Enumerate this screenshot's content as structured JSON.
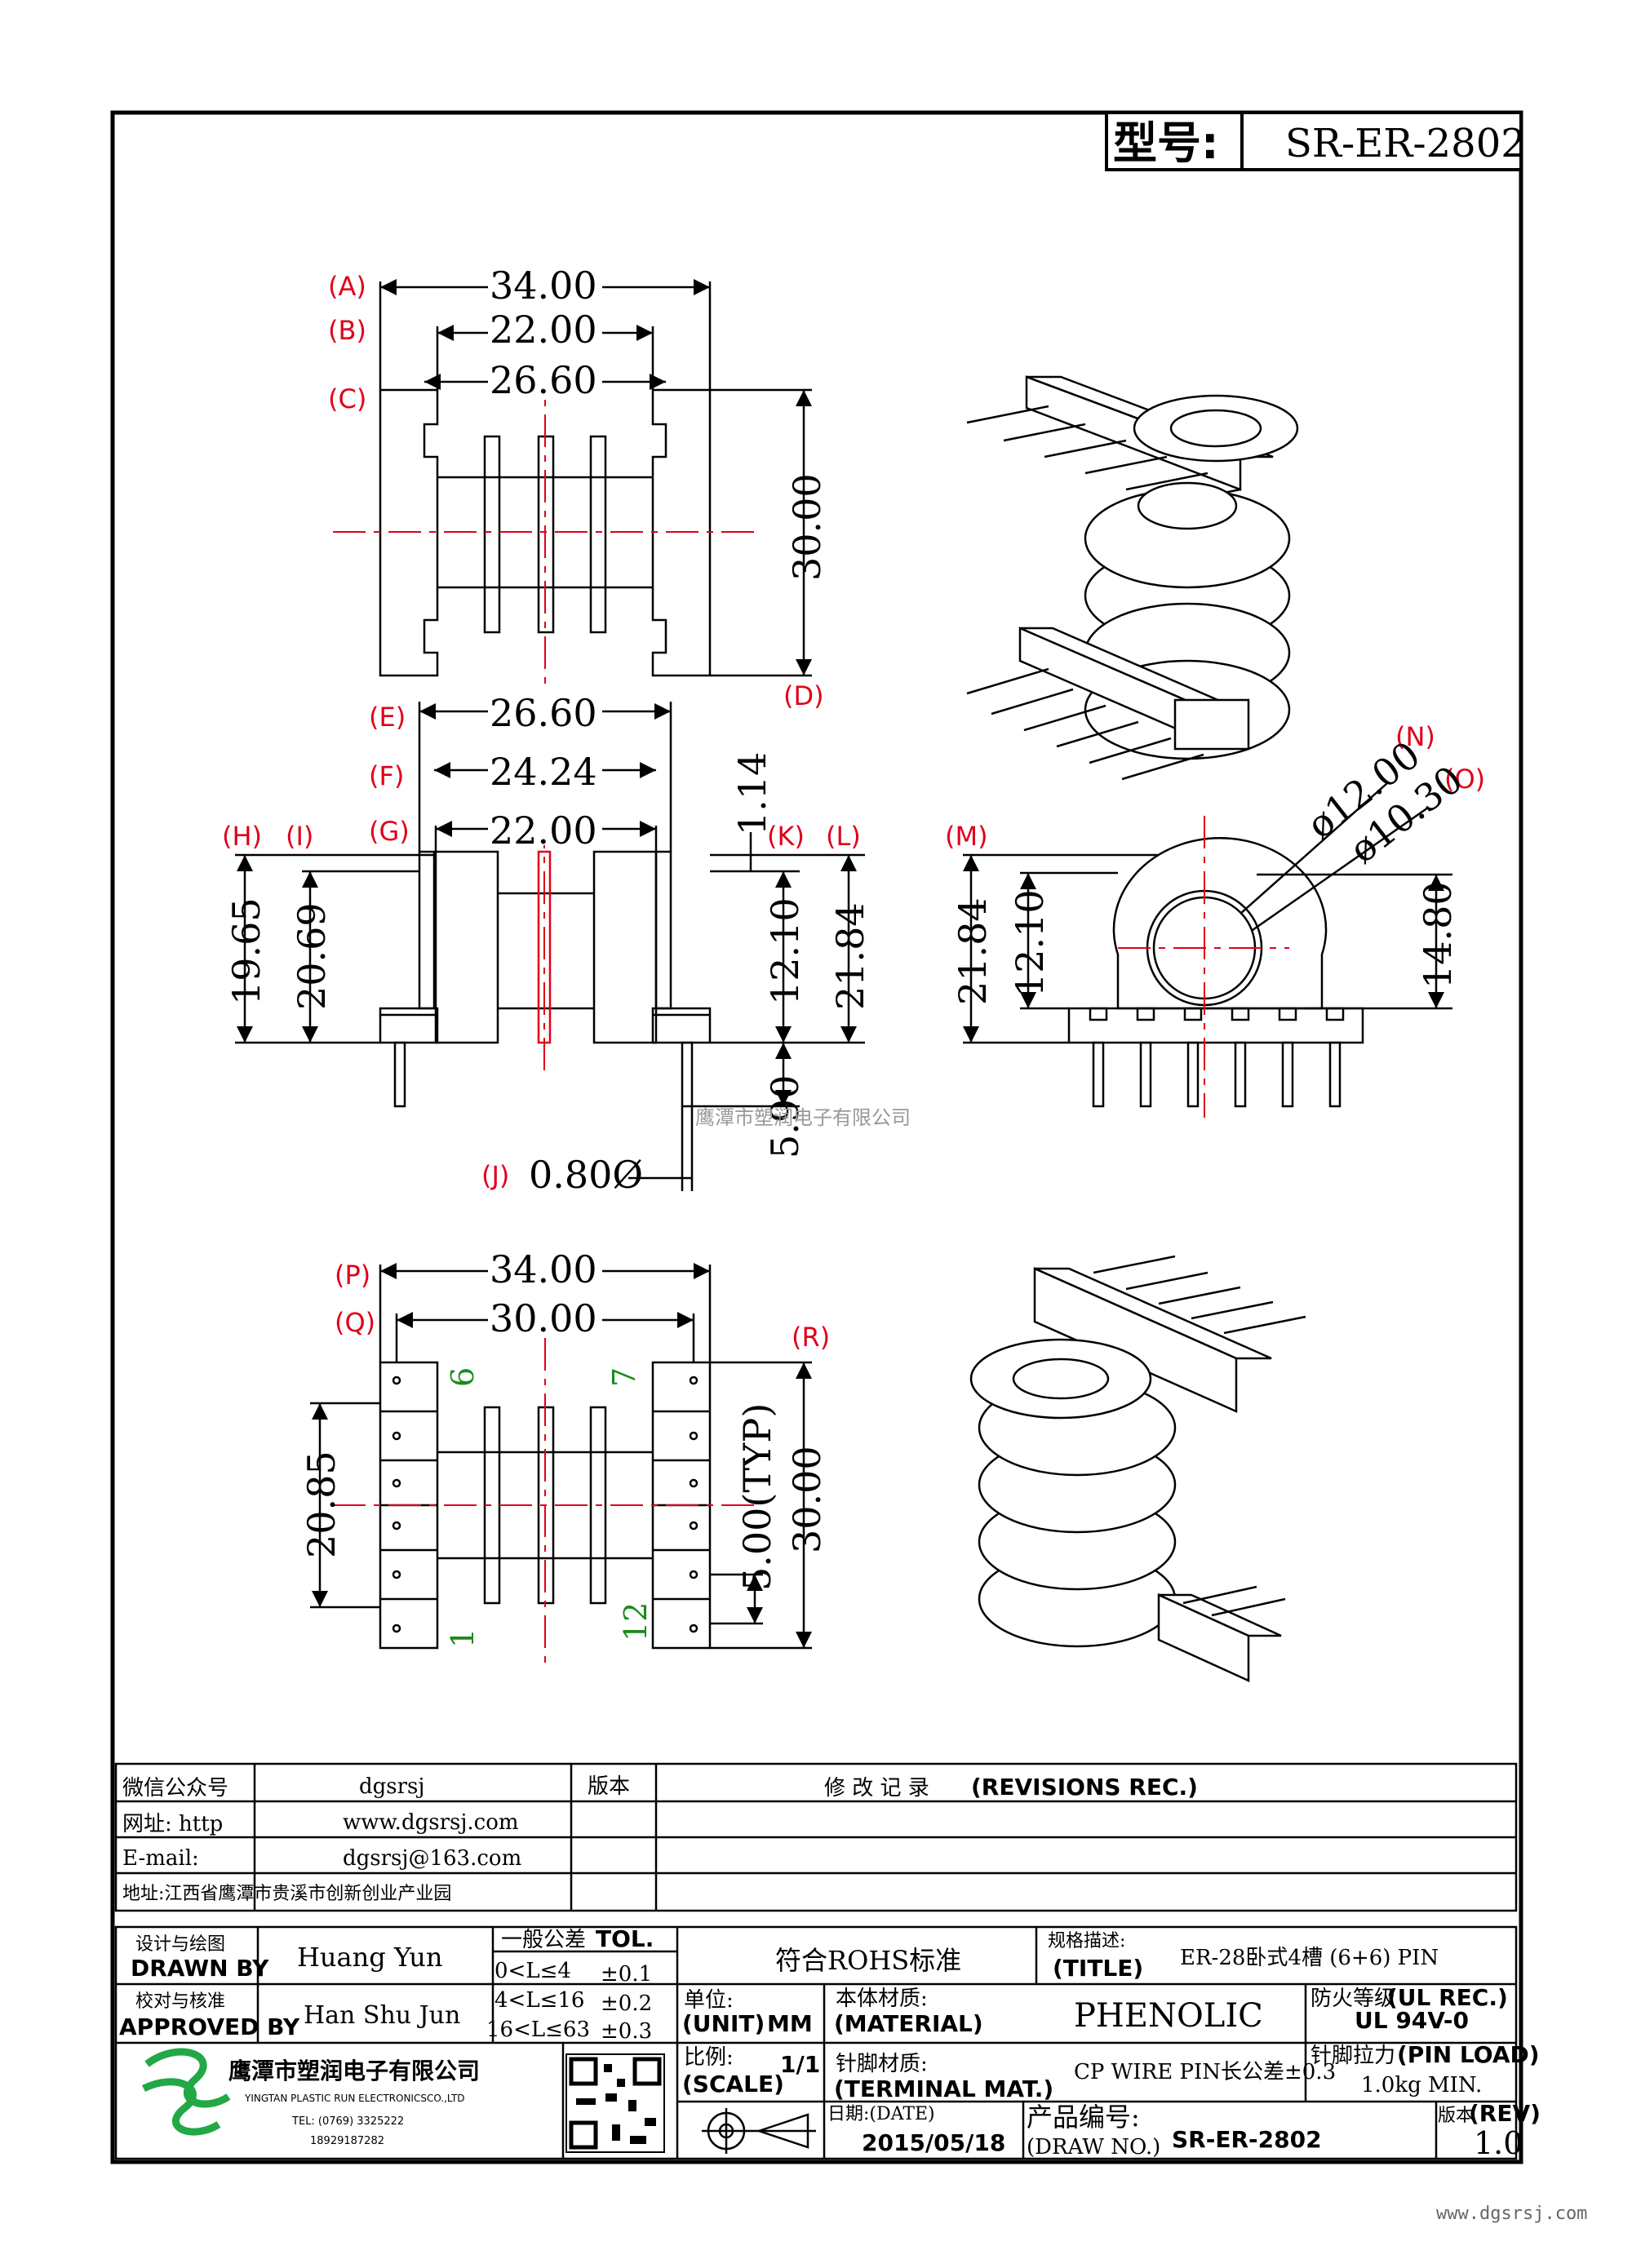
{
  "header": {
    "model_label": "型号:",
    "model_number": "SR-ER-2802"
  },
  "top_view": {
    "tags": {
      "a": "(A)",
      "b": "(B)",
      "c": "(C)",
      "d": "(D)"
    },
    "dims": {
      "a": "34.00",
      "b": "22.00",
      "c": "26.60",
      "d": "30.00"
    }
  },
  "side_view": {
    "tags": {
      "e": "(E)",
      "f": "(F)",
      "g": "(G)",
      "h": "(H)",
      "i": "(I)",
      "j": "(J)",
      "k": "(K)",
      "l": "(L)"
    },
    "dims": {
      "e": "26.60",
      "f": "24.24",
      "g": "22.00",
      "h": "19.65",
      "i": "20.69",
      "j": "0.80Ø",
      "k": "1.14",
      "slot": "12.10",
      "l": "21.84",
      "pin": "5.90"
    }
  },
  "front_view": {
    "tags": {
      "m": "(M)",
      "n": "(N)",
      "o": "(O)"
    },
    "dims": {
      "m": "21.84",
      "slot": "12.10",
      "n": "ø12.00",
      "o": "ø10.30",
      "r": "14.80"
    }
  },
  "bottom_view": {
    "tags": {
      "p": "(P)",
      "q": "(Q)",
      "r": "(R)"
    },
    "dims": {
      "p": "34.00",
      "q": "30.00",
      "r": "30.00",
      "height": "20.85",
      "pitch": "5.00(TYP)"
    },
    "pin_labels": {
      "p6": "6",
      "p7": "7",
      "p1": "1",
      "p12": "12"
    }
  },
  "watermark": "鹰潭市塑润电子有限公司",
  "info_block": {
    "wechat_label": "微信公众号",
    "wechat_value": "dgsrsj",
    "web_label": "网址: http",
    "web_value": "www.dgsrsj.com",
    "email_label": "E-mail:",
    "email_value": "dgsrsj@163.com",
    "address": "地址:江西省鹰潭市贵溪市创新创业产业园",
    "rev_col_label": "版本",
    "revisions_label": "修 改 记 录",
    "revisions_en": "(REVISIONS REC.)"
  },
  "title_block": {
    "designer_label": "设计与绘图",
    "drawn_by_label": "DRAWN BY",
    "designer": "Huang Yun",
    "approver_label": "校对与核准",
    "approved_by_label": "APPROVED BY",
    "approver": "Han Shu Jun",
    "tol_label": "一般公差",
    "tol_label_en": "TOL.",
    "tol_rows": [
      {
        "range": "0<L≤4",
        "value": "±0.1"
      },
      {
        "range": "4<L≤16",
        "value": "±0.2"
      },
      {
        "range": "16<L≤63",
        "value": "±0.3"
      }
    ],
    "rohs": "符合ROHS标准",
    "spec_label": "规格描述:",
    "spec_label_en": "(TITLE)",
    "spec_value": "ER-28卧式4槽 (6+6) PIN",
    "unit_label": "单位:",
    "unit_label_en": "(UNIT)",
    "unit_value": "MM",
    "material_label": "本体材质:",
    "material_label_en": "(MATERIAL)",
    "material_value": "PHENOLIC",
    "fire_label": "防火等级",
    "fire_label_en": "(UL REC.)",
    "fire_value": "UL 94V-0",
    "scale_label": "比例:",
    "scale_label_en": "(SCALE)",
    "scale_value": "1/1",
    "terminal_label": "针脚材质:",
    "terminal_label_en": "(TERMINAL MAT.)",
    "terminal_value": "CP WIRE  PIN长公差±0.3",
    "pin_load_label": "针脚拉力",
    "pin_load_label_en": "(PIN LOAD)",
    "pin_load_value": "1.0kg MIN.",
    "date_label": "日期:(DATE)",
    "date_value": "2015/05/18",
    "drawno_label": "产品编号:",
    "drawno_label_en": "(DRAW NO.)",
    "drawno_value": "SR-ER-2802",
    "rev_label": "版本",
    "rev_label_en": "(REV)",
    "rev_value": "1.0",
    "company_cn": "鹰潭市塑润电子有限公司",
    "company_en": "YINGTAN PLASTIC RUN ELECTRONICSCO.,LTD",
    "tel": "TEL: (0769) 3325222",
    "mobile": "18929187282"
  },
  "footer_url": "www.dgsrsj.com"
}
